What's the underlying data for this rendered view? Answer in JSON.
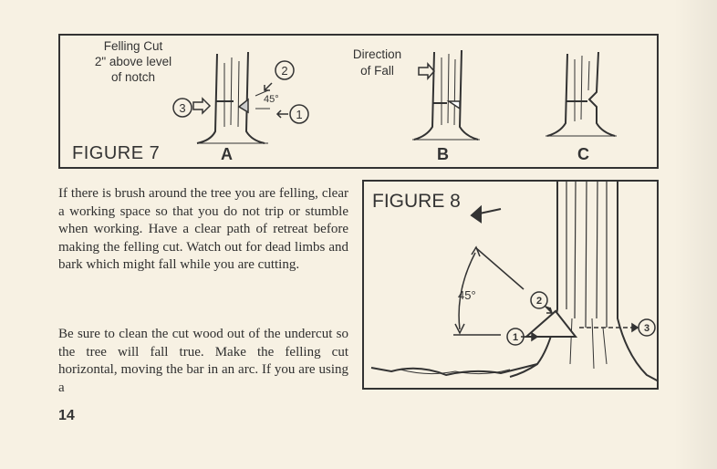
{
  "figure7": {
    "caption": "FIGURE 7",
    "felling_label_line1": "Felling Cut",
    "felling_label_line2": "2\" above level",
    "felling_label_line3": "of notch",
    "direction_line1": "Direction",
    "direction_line2": "of Fall",
    "angle": "45°",
    "markers": [
      "1",
      "2",
      "3"
    ],
    "panels": [
      "A",
      "B",
      "C"
    ]
  },
  "figure8": {
    "caption": "FIGURE 8",
    "angle": "45°",
    "markers": [
      "1",
      "2",
      "3"
    ]
  },
  "text": {
    "paragraph1": "If there is brush around the tree you are felling, clear a working space so that you do not trip or stumble when working. Have a clear path of retreat before making the felling cut. Watch out for dead limbs and bark which might fall while you are cutting.",
    "paragraph2": "Be sure to clean the cut wood out of the undercut so the tree will fall true. Make the felling cut horizontal, moving the bar in an arc. If you are using a"
  },
  "page_number": "14"
}
